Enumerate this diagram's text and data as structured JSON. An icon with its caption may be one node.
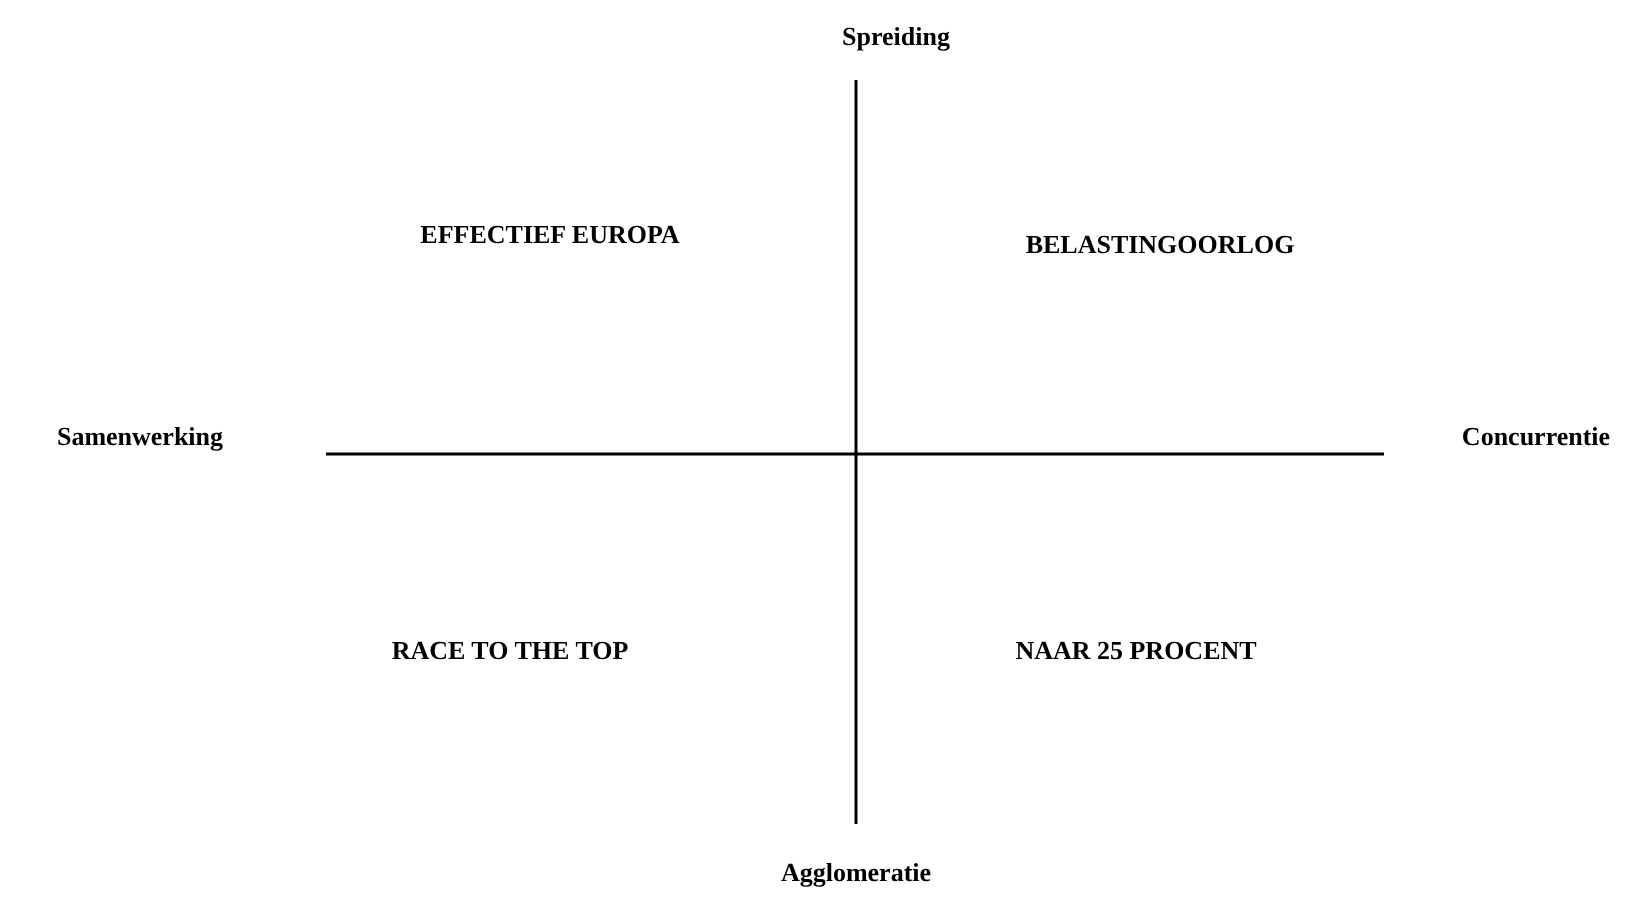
{
  "diagram": {
    "labels": [
      "Spreiding",
      "EFFECTIEF EUROPA",
      "BELASTINGOORLOG",
      "Samenwerking",
      "Concurrentie",
      "RACE TO THE TOP",
      "NAAR 25 PROCENT",
      "Agglomeratie"
    ]
  }
}
